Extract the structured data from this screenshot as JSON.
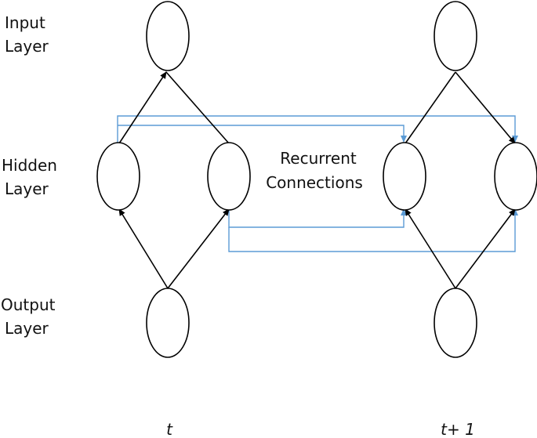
{
  "labels": {
    "input_line1": "Input",
    "input_line2": "Layer",
    "hidden_line1": "Hidden",
    "hidden_line2": "Layer",
    "output_line1": "Output",
    "output_line2": "Layer",
    "recurrent_line1": "Recurrent",
    "recurrent_line2": "Connections",
    "time_t": "t",
    "time_t_plus_1": "t+ 1"
  },
  "colors": {
    "recurrent_connection": "#5b9bd5",
    "node_stroke": "#000000",
    "text": "#111111"
  }
}
